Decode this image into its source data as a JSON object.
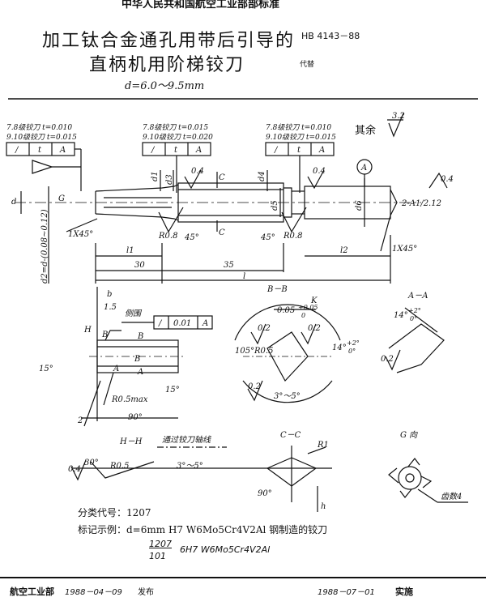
{
  "header": {
    "org": "中华人民共和国航空工业部部标准",
    "title_line1": "加工钛合金通孔用带后引导的",
    "title_line2": "直柄机用阶梯铰刀",
    "std_no": "HB 4143－88",
    "replaces": "代替",
    "range": "d=6.0～9.5mm"
  },
  "tolerance_frames": [
    {
      "line1": "7.8级铰刀 t=0.010",
      "line2": "9.10级铰刀 t=0.015",
      "sym": "/",
      "t": "t",
      "ref": "A"
    },
    {
      "line1": "7.8级铰刀 t=0.015",
      "line2": "9.10级铰刀 t=0.020",
      "sym": "/",
      "t": "t",
      "ref": "A"
    },
    {
      "line1": "7.8级铰刀 t=0.010",
      "line2": "9.10级铰刀 t=0.015",
      "sym": "/",
      "t": "t",
      "ref": "A"
    }
  ],
  "surface": {
    "rest_label": "其余",
    "roughness": "3.2"
  },
  "main_view": {
    "d": "d",
    "G": "G",
    "d1": "d1",
    "d3": "d3",
    "d4": "d4",
    "d5": "d5",
    "d6": "d6",
    "datum": "A",
    "center_hole": "2-A1/2.12",
    "chamfer1": "1X45°",
    "chamfer2": "1X45°",
    "r1": "R0.8",
    "r2": "R0.8",
    "ang1": "45°",
    "ang2": "45°",
    "ra1": "0.4",
    "ra2": "0.4",
    "ra3": "0.4",
    "l1": "l1",
    "l2": "l2",
    "dim30": "30",
    "dim35": "35",
    "l": "l",
    "d2": "d2=d-(0.08~0.12)",
    "cut_c": "C"
  },
  "detail_left": {
    "b": "b",
    "dim15": "1.5",
    "side_edge": "侧围",
    "runout_sym": "/",
    "runout_val": "0.01",
    "runout_ref": "A",
    "H": "H",
    "B": "B",
    "A": "A",
    "ang15a": "15°",
    "ang15b": "15°",
    "r05max": "R0.5max",
    "ang90": "90°",
    "dim2": "2"
  },
  "section_bb": {
    "title": "B－B",
    "K": "K",
    "kval": "0.05",
    "ktol": "+0.05",
    "ktol2": "0",
    "ra1": "0.2",
    "ra2": "0.2",
    "ra3": "0.2",
    "ang105": "105°",
    "r05": "R0.5",
    "ang14": "14°",
    "ang14tol": "+2°",
    "ang14tol2": "0°",
    "ang35": "3°～5°"
  },
  "section_aa": {
    "title": "A－A",
    "ang14": "14°",
    "ang14tol": "+2°",
    "ang14tol2": "0°",
    "ra": "0.2"
  },
  "section_hh": {
    "title": "H－H",
    "axis_note": "通过铰刀轴线",
    "ra": "0.4",
    "ang30": "30°",
    "r05": "R0.5",
    "ang35": "3°～5°"
  },
  "section_cc": {
    "title": "C－C",
    "r1": "R1",
    "ang90": "90°",
    "h": "h"
  },
  "view_g": {
    "title": "G 向",
    "teeth": "齿数4"
  },
  "marking": {
    "class_code": "分类代号：1207",
    "example": "标记示例：d=6mm  H7  W6Mo5Cr4V2Al 钢制造的铰刀",
    "frac_num": "1207",
    "frac_den": "101",
    "rest": "6H7  W6Mo5Cr4V2Al"
  },
  "footer": {
    "issuer": "航空工业部",
    "issue_date": "1988－04－09",
    "publish": "发布",
    "impl_date": "1988－07－01",
    "implement": "实施"
  }
}
